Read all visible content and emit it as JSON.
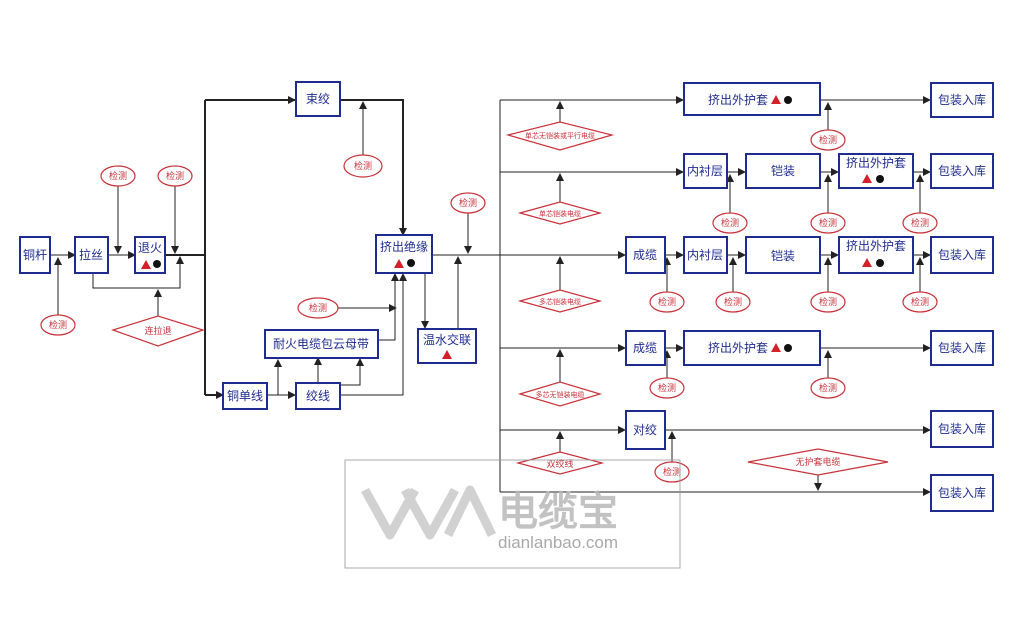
{
  "nodes": {
    "tonggan": "铜杆",
    "lasi": "拉丝",
    "tuihuo": "退火",
    "shujiao": "束绞",
    "jichu_jueyuan": "挤出绝缘",
    "wenshui": "温水交联",
    "naihuo": "耐火电缆包云母带",
    "tongdanxian": "铜单线",
    "jiaoxian": "绞线",
    "jichu_waihu_1": "挤出外护套",
    "neichen_2": "内衬层",
    "kaizhuang_2": "铠装",
    "jichu_waihu_2": "挤出外护套",
    "chenglan_3": "成缆",
    "neichen_3": "内衬层",
    "kaizhuang_3": "铠装",
    "jichu_waihu_3": "挤出外护套",
    "chenglan_4": "成缆",
    "jichu_waihu_4": "挤出外护套",
    "duijiao": "对绞",
    "baozhuang_1": "包装入库",
    "baozhuang_2": "包装入库",
    "baozhuang_3": "包装入库",
    "baozhuang_4": "包装入库",
    "baozhuang_5": "包装入库",
    "baozhuang_6": "包装入库"
  },
  "decisions": {
    "lianlatui": "连拉退",
    "d1": "单芯无铠装或平行电缆",
    "d2": "单芯铠装电缆",
    "d3": "多芯铠装电缆",
    "d4": "多芯无铠装电缆",
    "d5": "双绞线",
    "d6": "无护套电缆"
  },
  "inspection_label": "检测",
  "markers": {
    "triangle_color": "#d4202a",
    "dot_color": "#111111"
  },
  "watermark": {
    "brand": "电缆宝",
    "url": "dianlanbao.com"
  }
}
